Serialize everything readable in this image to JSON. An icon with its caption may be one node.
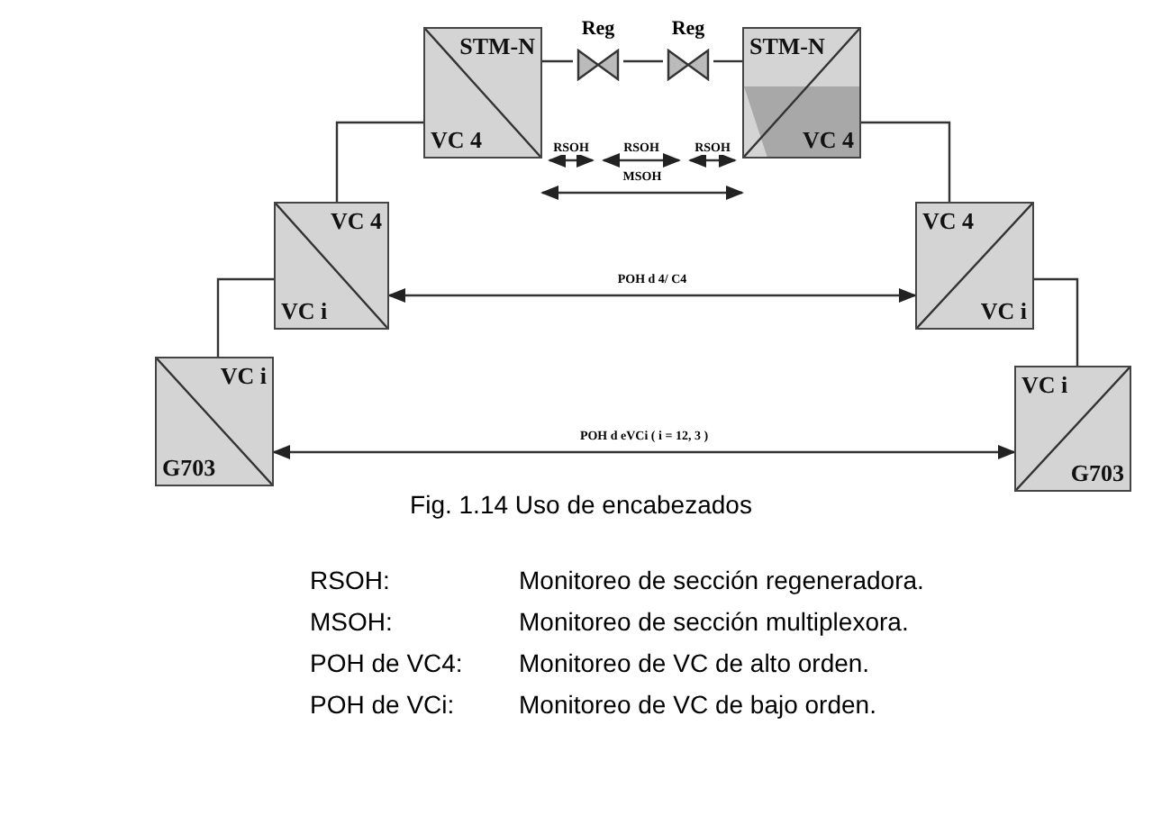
{
  "diagram": {
    "caption": "Fig. 1.14  Uso de encabezados",
    "nodes": [
      {
        "text": [
          "STM-N",
          "VC 4"
        ]
      },
      {
        "text": [
          "Reg"
        ]
      },
      {
        "text": [
          "Reg"
        ]
      },
      {
        "text": [
          "STM-N",
          "VC 4"
        ]
      },
      {
        "text": [
          "VC 4",
          "VC i"
        ]
      },
      {
        "text": [
          "VC 4",
          "VC i"
        ]
      },
      {
        "text": [
          "VC i",
          "G703"
        ]
      },
      {
        "text": [
          "VC i",
          "G703"
        ]
      }
    ],
    "edges": [
      {
        "from": 0,
        "to": 1,
        "arrow": "none"
      },
      {
        "from": 1,
        "to": 2,
        "arrow": "none"
      },
      {
        "from": 2,
        "to": 3,
        "arrow": "none"
      },
      {
        "from": 0,
        "to": 3,
        "arrow": "both",
        "label": "MSOH"
      },
      {
        "from": 0,
        "to": 4,
        "arrow": "none"
      },
      {
        "from": 3,
        "to": 5,
        "arrow": "none"
      },
      {
        "from": 4,
        "to": 5,
        "arrow": "both",
        "label": "POH d 4/ C4"
      },
      {
        "from": 4,
        "to": 6,
        "arrow": "none"
      },
      {
        "from": 5,
        "to": 7,
        "arrow": "none"
      },
      {
        "from": 6,
        "to": 7,
        "arrow": "both",
        "label": "POH d eVCi ( i = 12, 3 )"
      }
    ],
    "labels": [
      "RSOH",
      "RSOH",
      "RSOH",
      "RSOH:",
      "Monitoreo de sección regeneradora.",
      "MSOH:",
      "Monitoreo de sección multiplexora.",
      "POH de VC4:",
      "Monitoreo de VC de alto orden.",
      "POH de VCi:",
      "Monitoreo de VC de bajo orden."
    ]
  }
}
